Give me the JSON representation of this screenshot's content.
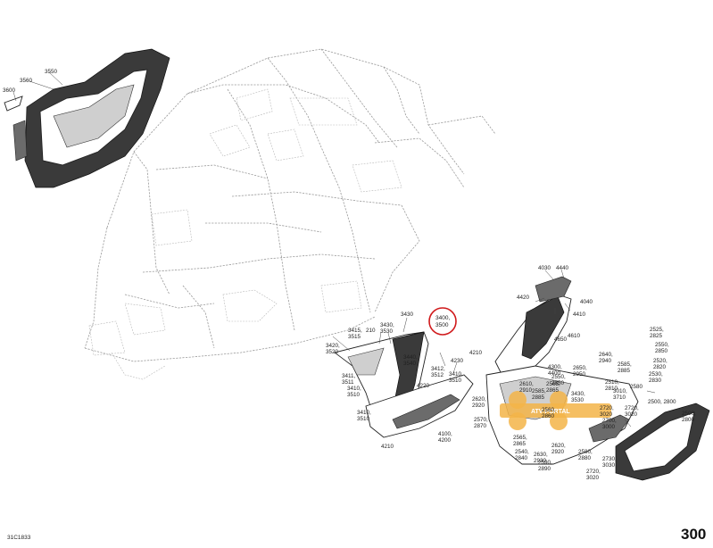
{
  "diagram": {
    "doc_ref": "31C1833",
    "page_number": "300",
    "highlighted_callout": "3400,\n3500",
    "watermark_text": "ATV-PORTAL",
    "colors": {
      "highlight_ring": "#d0191b",
      "watermark": "#f3b448",
      "frame": "#9a9a9a"
    },
    "callouts": [
      {
        "id": "c-3550",
        "text": "3550"
      },
      {
        "id": "c-3560",
        "text": "3560"
      },
      {
        "id": "c-3600",
        "text": "3600"
      },
      {
        "id": "c-3430",
        "text": "3430"
      },
      {
        "id": "c-3430-3530",
        "text": "3430,\n3530"
      },
      {
        "id": "c-3415-3515",
        "text": "3415,\n3515"
      },
      {
        "id": "c-210",
        "text": "210"
      },
      {
        "id": "c-3420-3520",
        "text": "3420,\n3520"
      },
      {
        "id": "c-3411-3511",
        "text": "3411,\n3511"
      },
      {
        "id": "c-3410-3510-a",
        "text": "3410,\n3510"
      },
      {
        "id": "c-3440-3540",
        "text": "3440,\n3540"
      },
      {
        "id": "c-3412-3512",
        "text": "3412,\n3512"
      },
      {
        "id": "c-3410-3510-b",
        "text": "3410,\n3510"
      },
      {
        "id": "c-4220",
        "text": "4220"
      },
      {
        "id": "c-4230",
        "text": "4230"
      },
      {
        "id": "c-4210-a",
        "text": "4210"
      },
      {
        "id": "c-3410-3510-c",
        "text": "3410,\n3510"
      },
      {
        "id": "c-4100-4200",
        "text": "4100,\n4200"
      },
      {
        "id": "c-4210-b",
        "text": "4210"
      },
      {
        "id": "c-4030",
        "text": "4030"
      },
      {
        "id": "c-4440",
        "text": "4440"
      },
      {
        "id": "c-4420",
        "text": "4420"
      },
      {
        "id": "c-4040",
        "text": "4040"
      },
      {
        "id": "c-4410",
        "text": "4410"
      },
      {
        "id": "c-4650",
        "text": "4650"
      },
      {
        "id": "c-4610",
        "text": "4610"
      },
      {
        "id": "c-4300-4400",
        "text": "4300,\n4400"
      },
      {
        "id": "c-2650-2950",
        "text": "2650,\n2950"
      },
      {
        "id": "c-2620-2920",
        "text": "2620,\n2920"
      },
      {
        "id": "c-2610-2910",
        "text": "2610,\n2910"
      },
      {
        "id": "c-2585-2885",
        "text": "2585,\n2885"
      },
      {
        "id": "c-2565-2865-a",
        "text": "2565,\n2865"
      },
      {
        "id": "c-2550-2850",
        "text": "2550,\n2850"
      },
      {
        "id": "c-3430-3530-b",
        "text": "3430,\n3530"
      },
      {
        "id": "c-2510-2810",
        "text": "2510,\n2810"
      },
      {
        "id": "c-2570-2870",
        "text": "2570,\n2870"
      },
      {
        "id": "c-2560-2860",
        "text": "2560,\n2860"
      },
      {
        "id": "c-2565-2865-b",
        "text": "2565,\n2865"
      },
      {
        "id": "c-2540-2840",
        "text": "2540,\n2840"
      },
      {
        "id": "c-2630-2930",
        "text": "2630,\n2930"
      },
      {
        "id": "c-2620-2920-b",
        "text": "2620,\n2920"
      },
      {
        "id": "c-2590-2890",
        "text": "2590,\n2890"
      },
      {
        "id": "c-2580-2880",
        "text": "2580,\n2880"
      },
      {
        "id": "c-2730-3030",
        "text": "2730,\n3030"
      },
      {
        "id": "c-2720-3020-a",
        "text": "2720,\n3020"
      },
      {
        "id": "c-2720-3020-b",
        "text": "2720,\n3020"
      },
      {
        "id": "c-2720-3020-c",
        "text": "2720,\n3020"
      },
      {
        "id": "c-2700-3000",
        "text": "2700,\n3000"
      },
      {
        "id": "c-4050",
        "text": "4050"
      },
      {
        "id": "c-2580",
        "text": "2580"
      },
      {
        "id": "c-2500-2800",
        "text": "2500,\n2800"
      },
      {
        "id": "c-2640-2940",
        "text": "2640,\n2940"
      },
      {
        "id": "c-2585-2885-b",
        "text": "2585,\n2885"
      },
      {
        "id": "c-2525-2825",
        "text": "2525,\n2825"
      },
      {
        "id": "c-2550-2850-b",
        "text": "2550,\n2850"
      },
      {
        "id": "c-2520-2820",
        "text": "2520,\n2820"
      },
      {
        "id": "c-2530-2830",
        "text": "2530,\n2830"
      },
      {
        "id": "c-3010-3710",
        "text": "3010,\n3710"
      }
    ]
  }
}
